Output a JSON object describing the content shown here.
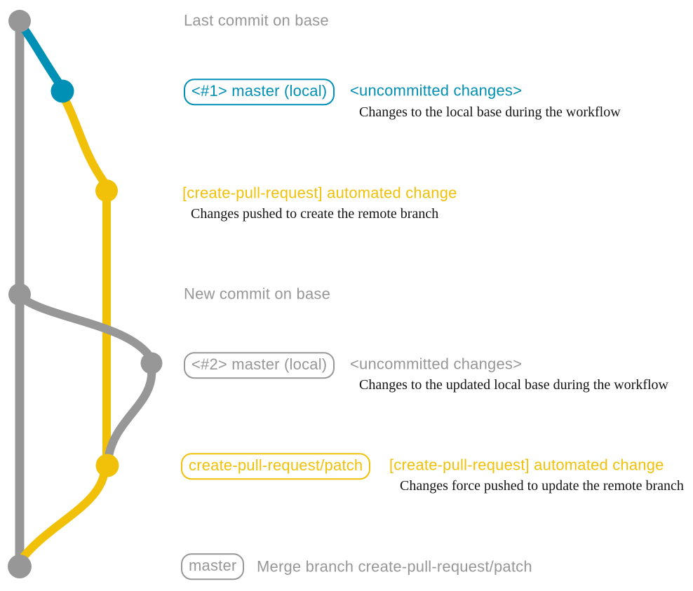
{
  "colors": {
    "gray": "#979797",
    "teal": "#008fb5",
    "yellow": "#f1c109",
    "ink": "#141414",
    "background": "#ffffff"
  },
  "graph": {
    "branches": [
      {
        "name": "base",
        "color": "#979797"
      },
      {
        "name": "master (local)",
        "color": "#008fb5"
      },
      {
        "name": "create-pull-request/patch",
        "color": "#f1c109"
      }
    ],
    "commits": [
      {
        "name": "last-commit-on-base",
        "branch": "base"
      },
      {
        "name": "uncommitted-changes-1",
        "branch": "master (local)"
      },
      {
        "name": "automated-change-1",
        "branch": "create-pull-request/patch"
      },
      {
        "name": "new-commit-on-base",
        "branch": "base"
      },
      {
        "name": "uncommitted-changes-2",
        "branch": "master (local)"
      },
      {
        "name": "automated-change-2",
        "branch": "create-pull-request/patch"
      },
      {
        "name": "merge-commit",
        "branch": "base"
      }
    ]
  },
  "rows": {
    "r1": {
      "text": "Last commit on base"
    },
    "r2": {
      "tag": "<#1> master (local)",
      "title": "<uncommitted changes>",
      "desc": "Changes to the local base during the workflow"
    },
    "r3": {
      "title": "[create-pull-request] automated change",
      "desc": "Changes pushed to create the remote branch"
    },
    "r4": {
      "text": "New commit on base"
    },
    "r5": {
      "tag": "<#2> master (local)",
      "title": "<uncommitted changes>",
      "desc": "Changes to the updated local base during the workflow"
    },
    "r6": {
      "tag": "create-pull-request/patch",
      "title": "[create-pull-request] automated change",
      "desc": "Changes force pushed to update the remote branch"
    },
    "r7": {
      "tag": "master",
      "text": "Merge branch create-pull-request/patch"
    }
  }
}
